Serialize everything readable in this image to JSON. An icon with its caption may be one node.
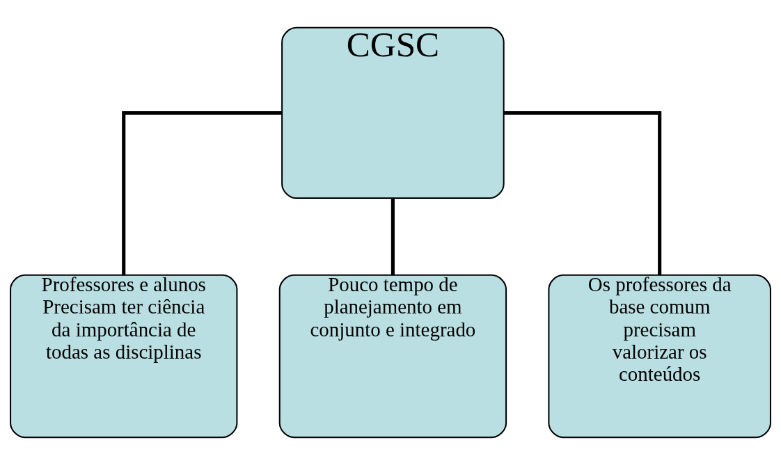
{
  "diagram": {
    "nodes": [
      {
        "text": [
          "CGSC"
        ]
      },
      {
        "text": [
          "Professores e alunos Precisam ter ciência da importância de todas as disciplinas"
        ]
      },
      {
        "text": [
          "Pouco tempo de planejamento em conjunto e integrado"
        ]
      },
      {
        "text": [
          "Os professores da base comum precisam valorizar os conteúdos"
        ]
      }
    ],
    "edges": [
      {
        "from": 0,
        "to": 1,
        "arrow": "none"
      },
      {
        "from": 0,
        "to": 2,
        "arrow": "none"
      },
      {
        "from": 0,
        "to": 3,
        "arrow": "none"
      }
    ]
  }
}
